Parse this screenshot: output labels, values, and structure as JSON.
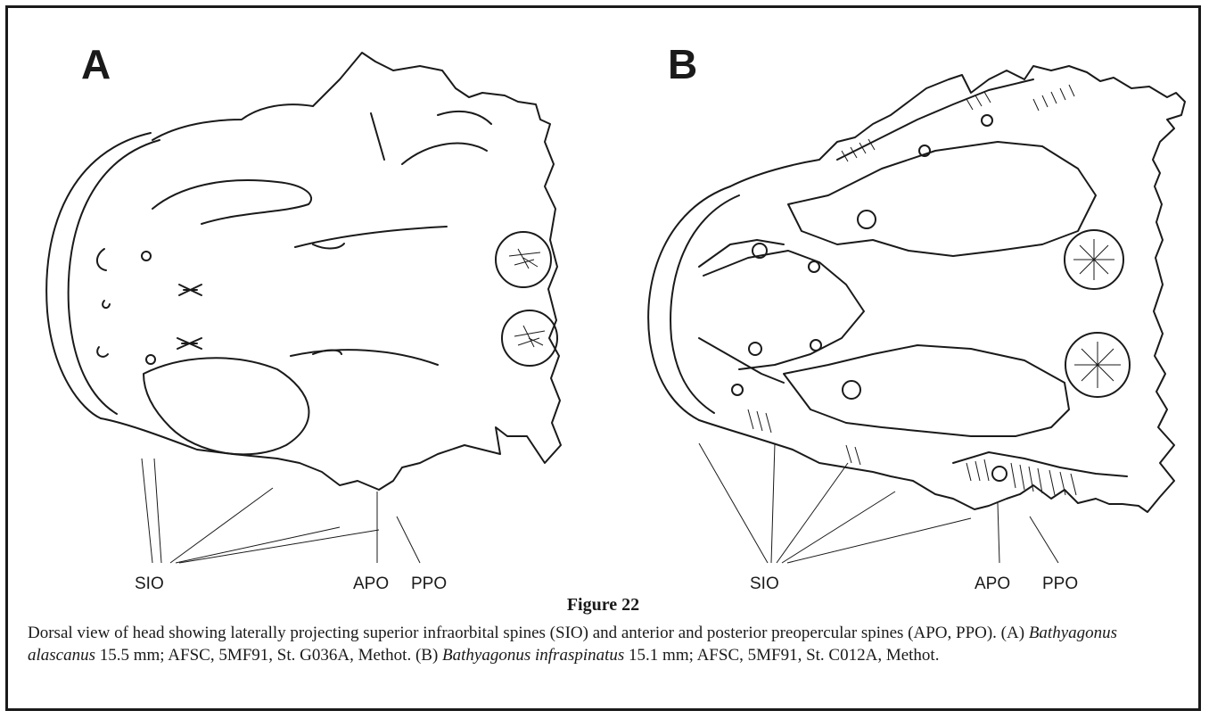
{
  "figure": {
    "title": "Figure 22",
    "caption": {
      "intro": "Dorsal view of head showing laterally projecting superior infraorbital spines (SIO) and anterior and posterior preopercular spines (APO, PPO). (A) ",
      "species_a": "Bathyagonus alascanus",
      "detail_a": " 15.5 mm; AFSC, 5MF91, St. G036A, Methot. (B) ",
      "species_b": "Bathyagonus infraspinatus",
      "detail_b": " 15.1 mm; AFSC, 5MF91, St. C012A, Methot."
    }
  },
  "panels": {
    "a": {
      "label": "A",
      "sio": "SIO",
      "apo": "APO",
      "ppo": "PPO"
    },
    "b": {
      "label": "B",
      "sio": "SIO",
      "apo": "APO",
      "ppo": "PPO"
    }
  }
}
